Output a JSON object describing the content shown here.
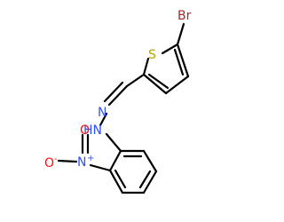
{
  "molecule": {
    "atoms": {
      "br": "Br",
      "s": "S",
      "n_imine": "N",
      "nh": "HN",
      "n_nitro": "N",
      "o_top": "O",
      "o_minus": "O"
    },
    "charges": {
      "n_nitro": "+",
      "o_minus": "-"
    },
    "colors": {
      "bond": "#000000",
      "bromine": "#A52A2A",
      "sulfur": "#B8A400",
      "nitrogen": "#3050F8",
      "oxygen": "#FF0D0D"
    }
  }
}
